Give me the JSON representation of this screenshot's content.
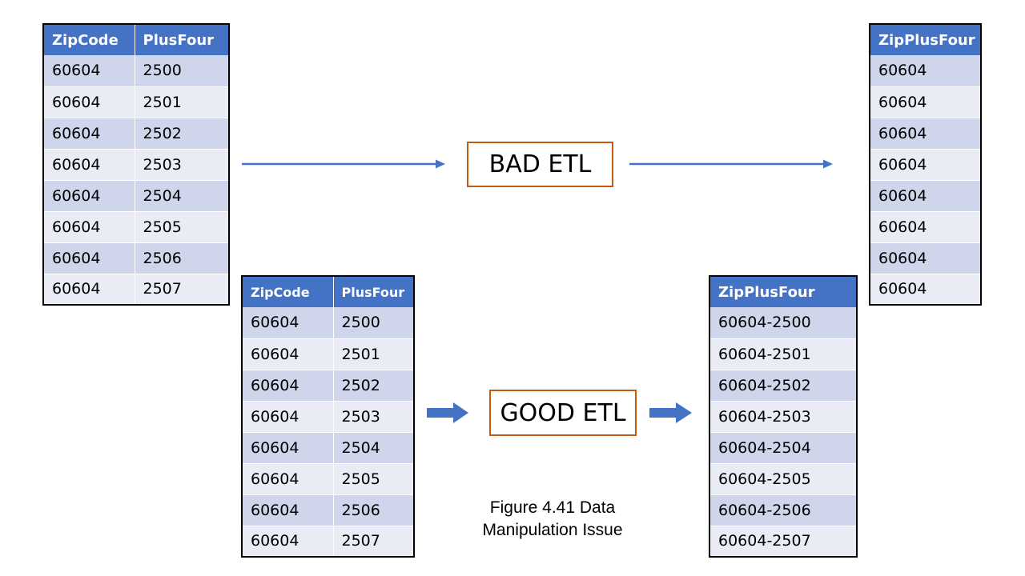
{
  "bad_etl": {
    "label": "BAD ETL",
    "input_table": {
      "headers": [
        "ZipCode",
        "PlusFour"
      ],
      "rows": [
        [
          "60604",
          "2500"
        ],
        [
          "60604",
          "2501"
        ],
        [
          "60604",
          "2502"
        ],
        [
          "60604",
          "2503"
        ],
        [
          "60604",
          "2504"
        ],
        [
          "60604",
          "2505"
        ],
        [
          "60604",
          "2506"
        ],
        [
          "60604",
          "2507"
        ]
      ]
    },
    "output_table": {
      "headers": [
        "ZipPlusFour"
      ],
      "rows": [
        [
          "60604"
        ],
        [
          "60604"
        ],
        [
          "60604"
        ],
        [
          "60604"
        ],
        [
          "60604"
        ],
        [
          "60604"
        ],
        [
          "60604"
        ],
        [
          "60604"
        ]
      ]
    }
  },
  "good_etl": {
    "label": "GOOD ETL",
    "input_table": {
      "headers": [
        "ZipCode",
        "PlusFour"
      ],
      "rows": [
        [
          "60604",
          "2500"
        ],
        [
          "60604",
          "2501"
        ],
        [
          "60604",
          "2502"
        ],
        [
          "60604",
          "2503"
        ],
        [
          "60604",
          "2504"
        ],
        [
          "60604",
          "2505"
        ],
        [
          "60604",
          "2506"
        ],
        [
          "60604",
          "2507"
        ]
      ]
    },
    "output_table": {
      "headers": [
        "ZipPlusFour"
      ],
      "rows": [
        [
          "60604-2500"
        ],
        [
          "60604-2501"
        ],
        [
          "60604-2502"
        ],
        [
          "60604-2503"
        ],
        [
          "60604-2504"
        ],
        [
          "60604-2505"
        ],
        [
          "60604-2506"
        ],
        [
          "60604-2507"
        ]
      ]
    }
  },
  "caption": {
    "line1": "Figure 4.41 Data",
    "line2": "Manipulation Issue"
  },
  "colors": {
    "header_fill": "#4472c4",
    "row_odd": "#cfd5ea",
    "row_even": "#e9ebf5",
    "box_border": "#c55a11",
    "arrow": "#4472c4"
  }
}
